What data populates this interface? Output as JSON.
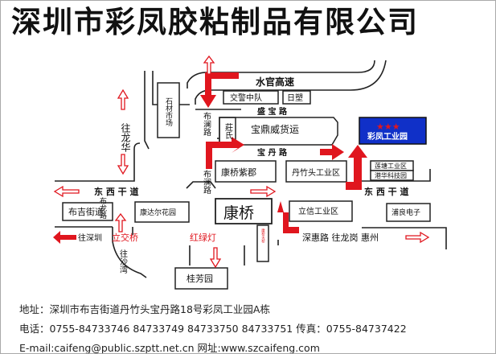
{
  "title": "深圳市彩凤胶粘制品有限公司",
  "map": {
    "roads": {
      "shuiguan": "水官高速",
      "shengbao": "盛  宝  路",
      "baodan": "宝  丹  路",
      "dongxi_left": "东  西  干  道",
      "dongxi_right": "东  西  干  道",
      "wangzhu_left": "往深圳",
      "shenhui": "深惠路 往龙岗 惠州",
      "buzhuan_upper": "布澜路",
      "buzhuan_lower": "布澜路",
      "wanglonghua": "往龙华",
      "bulonglu": "布龙路",
      "wangshawan": "往沙湾"
    },
    "places": {
      "jiaojing": "交警中队",
      "risu": "日塑",
      "shicai": "石材市场",
      "zhuangshi": "莊氏",
      "baoding": "宝鼎威货运",
      "caifeng": "彩凤工业园",
      "stars": "★★★",
      "lianhe": "莲塘工业区",
      "ganghua": "港华科技园",
      "kangqiao_zijun": "康桥紫郡",
      "danzhutou": "丹竹头工业区",
      "buji_jiedao": "布吉街道",
      "kangdaer": "康达尔花园",
      "kangqiao": "康桥",
      "lixin": "立信工业区",
      "puliang": "浦良电子",
      "lijiaoqiao": "立交桥",
      "traffic_light": "红绿灯",
      "tianqiao": "康桥天桥",
      "guifang": "桂芳园"
    }
  },
  "footer": {
    "address": "地址：深圳市布吉街道丹竹头宝丹路18号彩凤工业园A栋",
    "phone": "电话：0755-84733746   84733749   84733750   84733751 传真：0755-84737422",
    "web": "E-mail:caifeng@public.szptt.net.cn 网址:www.szcaifeng.com"
  },
  "colors": {
    "road_line": "#222222",
    "arrow_red": "#e0161e",
    "label_red": "#e0161e",
    "highlight_box": "#1030c8",
    "highlight_text": "#ffffff",
    "star": "#e0161e"
  }
}
